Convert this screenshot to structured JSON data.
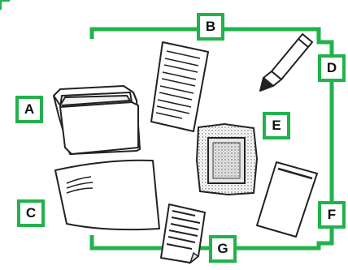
{
  "colors": {
    "frame": "#22b24c",
    "stroke": "#222222",
    "fill": "#ffffff"
  },
  "labels": [
    {
      "id": "A",
      "text": "A",
      "object": "open-box"
    },
    {
      "id": "B",
      "text": "B",
      "object": "printed-sheet"
    },
    {
      "id": "C",
      "text": "C",
      "object": "envelope"
    },
    {
      "id": "D",
      "text": "D",
      "object": "marker-pen"
    },
    {
      "id": "E",
      "text": "E",
      "object": "framed-screen-print"
    },
    {
      "id": "F",
      "text": "F",
      "object": "blank-card"
    },
    {
      "id": "G",
      "text": "G",
      "object": "folded-printed-sheet"
    }
  ]
}
